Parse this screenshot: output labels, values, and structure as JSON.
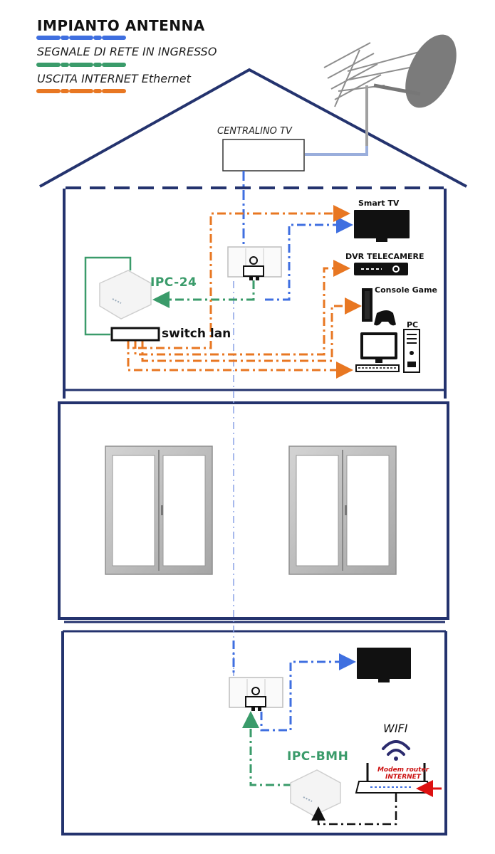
{
  "legend": {
    "title": "IMPIANTO ANTENNA",
    "items": [
      {
        "label": "SEGNALE DI RETE IN INGRESSO",
        "color": "#3f6fe0"
      },
      {
        "label": "USCITA INTERNET Ethernet",
        "color": "#e87722"
      }
    ],
    "antenna_color": "#3f6fe0",
    "signal_color": "#3a9b6a"
  },
  "labels": {
    "centralino": "CENTRALINO TV",
    "smart_tv": "Smart TV",
    "dvr": "DVR TELECAMERE",
    "console": "Console Game",
    "pc": "PC",
    "ipc24": "IPC-24",
    "switch": "switch lan",
    "ipcbmh": "IPC-BMH",
    "wifi": "WIFI",
    "modem": "Modem router INTERNET"
  },
  "icons": [
    "antenna-icon",
    "satellite-dish-icon",
    "tv-icon",
    "dvr-icon",
    "console-icon",
    "gamepad-icon",
    "monitor-icon",
    "keyboard-icon",
    "pc-tower-icon",
    "powerline-adapter-icon",
    "wall-socket-icon",
    "wifi-icon",
    "router-icon",
    "window-icon"
  ]
}
